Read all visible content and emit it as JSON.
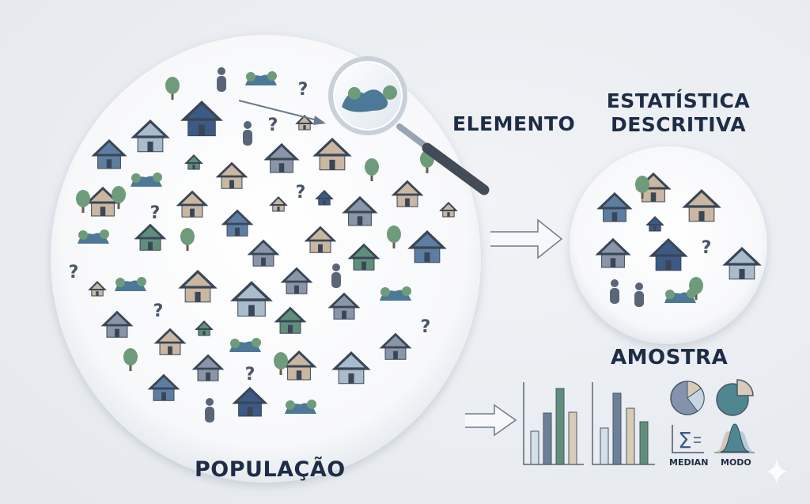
{
  "labels": {
    "element": "ELEMENTO",
    "descriptive_line1": "ESTATÍSTICA",
    "descriptive_line2": "DESCRITIVA",
    "sample": "AMOSTRA",
    "population": "POPULAÇÃO",
    "median": "MEDIAN",
    "mode": "MODO"
  },
  "colors": {
    "text": "#1e2d45",
    "dark_blue": "#3c5a86",
    "green": "#5f8f7a",
    "tan": "#c9b7a2",
    "gray": "#8a96a8",
    "light": "#a9bccb"
  }
}
